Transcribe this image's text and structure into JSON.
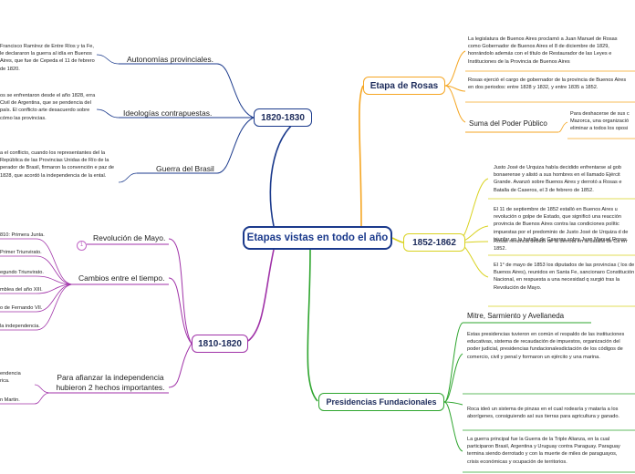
{
  "central": {
    "label": "Etapas vistas en todo el año"
  },
  "colors": {
    "central": "#1b3a8c",
    "b1820": "#1b3a8c",
    "b1810": "#a032a8",
    "rosas": "#f5a623",
    "b1852": "#d9d21f",
    "fund": "#2ea52e"
  },
  "branches": {
    "b1820": {
      "label": "1820-1830",
      "subs": [
        "Autonomías provinciales.",
        "Ideologías contrapuestas.",
        "Guerra del Brasil"
      ],
      "notes": [
        "Francisco Ramírez de Entre Ríos y ta Fe, le declararon la guerra al idía en Buenos Aires, que fue de Cepeda el 11 de febrero de 1820.",
        "os se enfrentaron desde el año 1828, erra Civil de Argentina, que se pendencia del país. El conflicto arte desacuerdo sobre cómo las provincias.",
        "a el conflicto, cuando los representantes del la República de las Provincias Unidas de Río de la perador de Brasil, firmaron la convención e paz de 1828, que acordó la independencia de la ental."
      ]
    },
    "b1810": {
      "label": "1810-1820",
      "badge": "1",
      "subs": [
        "Revolución de Mayo.",
        "Cambios entre el tiempo.",
        "Para afianzar la independencia hubieron 2 hechos importantes."
      ],
      "changes": [
        "810: Primera Junta.",
        "Primer Triunvirato.",
        "egundo Triunvirato.",
        "mblea del año XIII.",
        "o de Fernando VII.",
        "la independencia."
      ],
      "hechos": [
        "endencia rica.",
        "n Martin."
      ]
    },
    "rosas": {
      "label": "Etapa de Rosas",
      "notes": [
        "La legislatura de Buenos Aires proclamó a Juan Manuel de Rosas como Gobernador de Buenos Aires el 8 de diciembre de 1829, honrándolo además con el título de Restaurador de las Leyes e Instituciones de la Provincia de Buenos Aires",
        "Rosas ejerció el cargo de gobernador de la provincia de Buenos Aires en dos periodos: entre 1828 y 1832, y entre 1835 a 1852."
      ],
      "sub": "Suma del Poder Público",
      "sub_note": "Para deshacerse de sus c Mazorca, una organizació eliminar a todos los oposi"
    },
    "b1852": {
      "label": "1852-1862",
      "notes": [
        "Justo José de Urquiza había decidido enfrentarse al gob bonaerense y alistó a sus hombres en el llamado Ejércit Grande. Avanzó sobre Buenos Aires y derrotó a Rosas e Batalla de Caseros, el 3 de febrero de 1852.",
        "El 11 de septiembre de 1852 estalló en Buenos Aires u revolución o golpe de Estado, que significó una reacción provincia de Buenos Aires contra las condiciones polític impuestas por el predominio de Justo José de Urquiza d de triunfar en la batalla de Caseros sobre Juan Manuel Rosas.",
        "Rosas renuncia debido de la derrota en la batalla de Ca en 1852.",
        "El 1° de mayo de 1853 los diputados de las provincias ( los de Buenos Aires), reunidos en Santa Fe, sancionaro Constitución Nacional, en respuesta a una necesidad q surgió tras la Revolución de Mayo."
      ]
    },
    "fund": {
      "label": "Presidencias Fundacionales",
      "sub": "Mitre, Sarmiento y Avellaneda",
      "notes": [
        "Estas presidencias tuvieron en común el respaldo de las instituciones educativas, sistema de recaudación de impuestos, organización del poder judicial, presidencias fundacionalesdictación de los códigos de comercio, civil y penal y formaron un ejército y una marina.",
        "Roca ideó un sistema de pinzas en el cual rodearía y mataría a los aborígenes, consiguiendo así sus tierras para agricultura y ganado.",
        "La guerra principal fue la Guerra de la Triple Alianza, en la cual participaron Brasil, Argentina y Uruguay contra Paraguay. Paraguay termina siendo derrotado y con la muerte de miles de paraguayos, crisis económicas y ocupación de territorios."
      ]
    }
  }
}
